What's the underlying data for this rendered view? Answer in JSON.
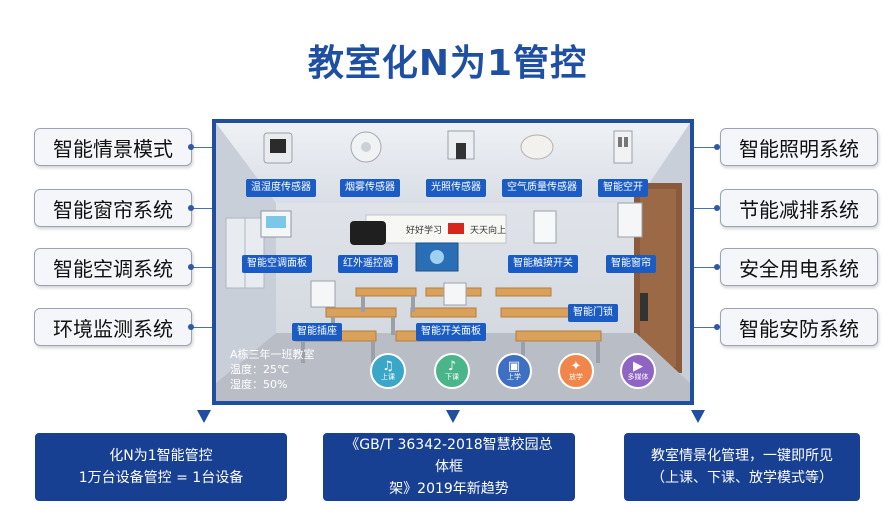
{
  "title": "教室化N为1管控",
  "left_systems": [
    "智能情景模式",
    "智能窗帘系统",
    "智能空调系统",
    "环境监测系统"
  ],
  "right_systems": [
    "智能照明系统",
    "节能减排系统",
    "安全用电系统",
    "智能安防系统"
  ],
  "devices": {
    "temp_humidity_sensor": "温湿度传感器",
    "smoke_sensor": "烟雾传感器",
    "light_sensor": "光照传感器",
    "air_quality_sensor": "空气质量传感器",
    "smart_breaker": "智能空开",
    "ac_panel": "智能空调面板",
    "ir_controller": "红外遥控器",
    "touch_switch": "智能触摸开关",
    "curtain": "智能窗帘",
    "door_lock": "智能门锁",
    "socket": "智能插座",
    "switch_panel": "智能开关面板"
  },
  "banner": {
    "left": "好好学习",
    "right": "天天向上"
  },
  "room_info": {
    "name": "A栋三年一班教室",
    "temperature": "温度：25℃",
    "humidity": "湿度：50%"
  },
  "modes": [
    {
      "label": "上课",
      "color": "#3aa7c9"
    },
    {
      "label": "下课",
      "color": "#4bb58a"
    },
    {
      "label": "上学",
      "color": "#3e6fc2"
    },
    {
      "label": "放学",
      "color": "#f0864a"
    },
    {
      "label": "多媒体",
      "color": "#8f65c4"
    }
  ],
  "bottom_boxes": [
    {
      "lines": [
        "化N为1智能管控",
        "1万台设备管控 = 1台设备"
      ]
    },
    {
      "lines": [
        "《GB/T 36342-2018智慧校园总体框",
        "架》2019年新趋势"
      ]
    },
    {
      "lines": [
        "教室情景化管理，一键即所见",
        "（上课、下课、放学模式等）"
      ]
    }
  ],
  "colors": {
    "title": "#1e4fa3",
    "label_bg": "#1a5cc4",
    "box_bg": "#173f92",
    "frame": "#1f4f9e"
  }
}
